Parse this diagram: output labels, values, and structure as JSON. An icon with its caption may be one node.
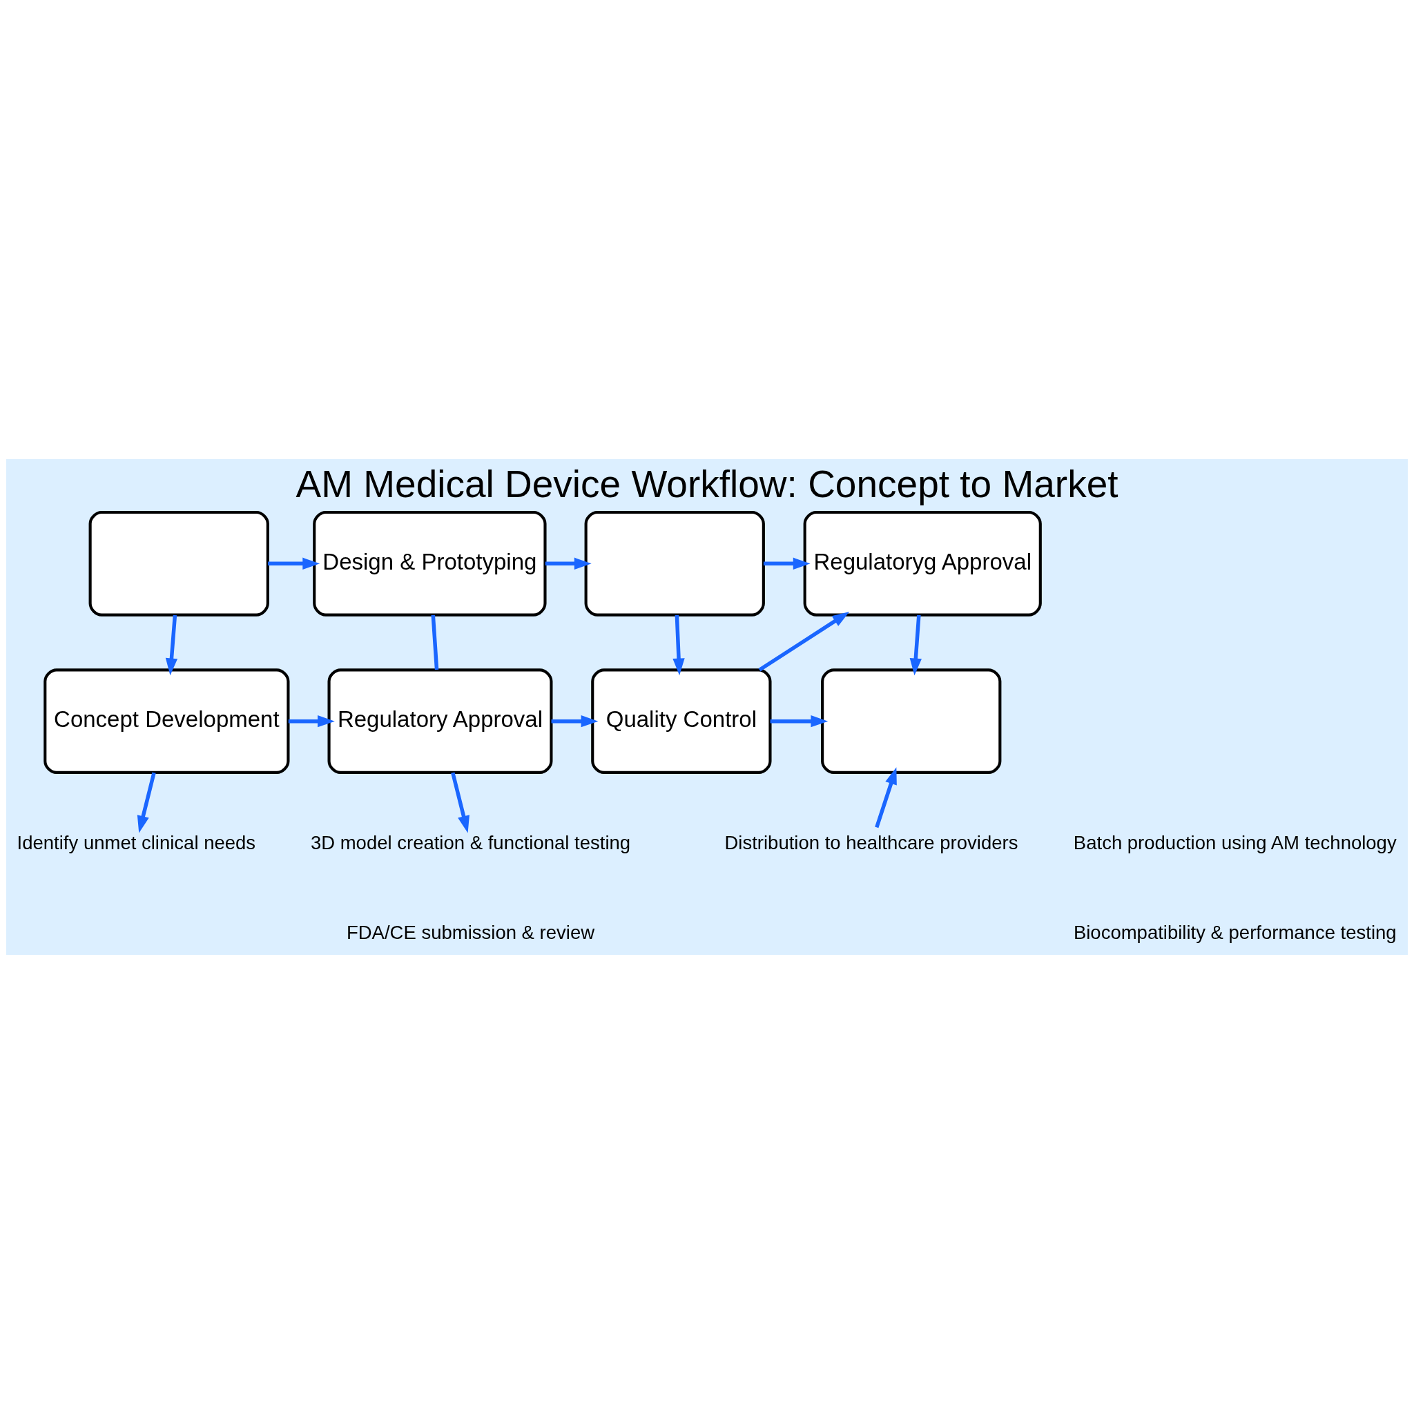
{
  "diagram": {
    "title": "AM Medical Device Workflow: Concept to Market",
    "nodes": [
      {
        "text": [],
        "shape": "box"
      },
      {
        "text": [
          "Design & Prototyping"
        ]
      },
      {
        "text": [],
        "shape": "box"
      },
      {
        "text": [
          "Regulatoryg Approval"
        ]
      },
      {
        "text": [
          "Concept Development"
        ]
      },
      {
        "text": [
          "Regulatory Approval"
        ]
      },
      {
        "text": [
          "Quality Control"
        ]
      },
      {
        "text": [],
        "shape": "box"
      },
      {
        "text": [
          "Identify unmet clinical needs"
        ]
      },
      {
        "text": [
          "3D model creation & functional testing"
        ]
      },
      {
        "text": [
          "Batch production using AM technology"
        ]
      },
      {
        "text": [
          "Distribution to healthcare providers"
        ]
      }
    ],
    "edges": [
      {
        "from": 0,
        "to": 1,
        "arrow": "to"
      },
      {
        "from": 1,
        "to": 2,
        "arrow": "to"
      },
      {
        "from": 2,
        "to": 3,
        "arrow": "to"
      },
      {
        "from": 0,
        "to": 4,
        "arrow": "to"
      },
      {
        "from": 1,
        "to": 5,
        "arrow": "none"
      },
      {
        "from": 2,
        "to": 6,
        "arrow": "to"
      },
      {
        "from": 3,
        "to": 7,
        "arrow": "to"
      },
      {
        "from": 4,
        "to": 5,
        "arrow": "to"
      },
      {
        "from": 5,
        "to": 6,
        "arrow": "to"
      },
      {
        "from": 6,
        "to": 3,
        "arrow": "to"
      },
      {
        "from": 6,
        "to": 7,
        "arrow": "to"
      },
      {
        "from": 4,
        "to": 8,
        "arrow": "to"
      },
      {
        "from": 5,
        "to": 9,
        "arrow": "to"
      },
      {
        "from": 11,
        "to": 7,
        "arrow": "to"
      }
    ],
    "labels": [
      "FDA/CE submission & review",
      "Biocompatibility & performance testing"
    ]
  }
}
